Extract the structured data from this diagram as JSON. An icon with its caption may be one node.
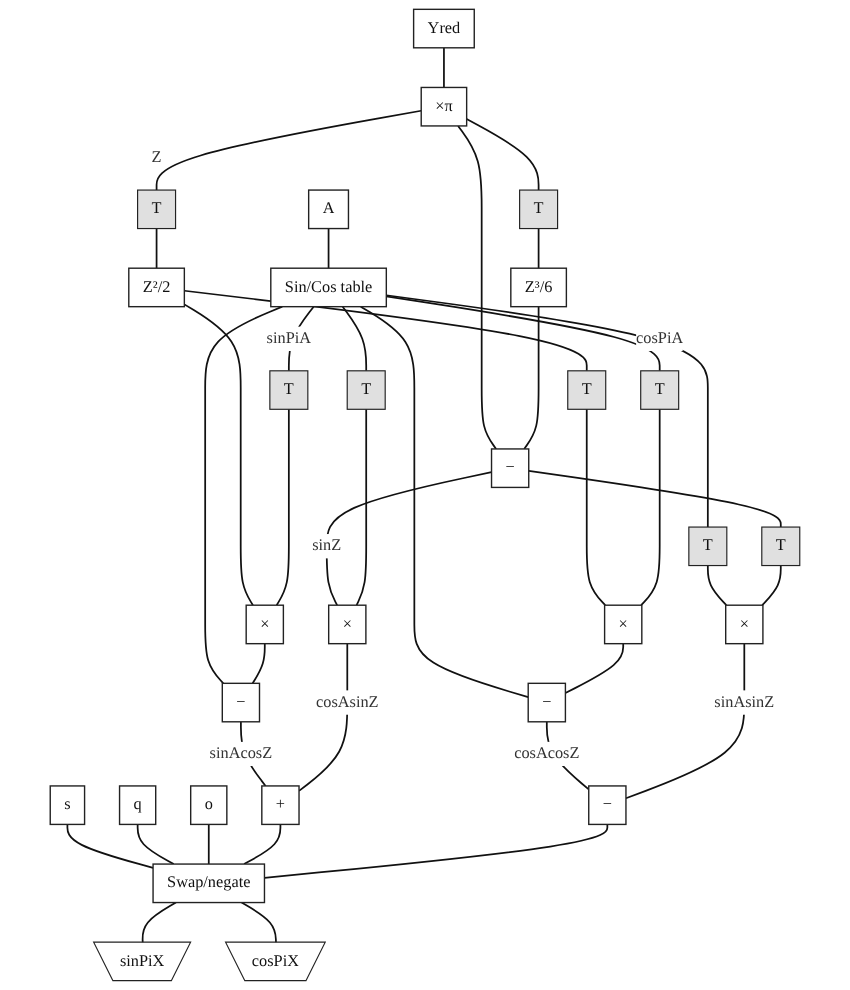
{
  "diagram": {
    "nodes": [
      {
        "text": [
          "s"
        ]
      },
      {
        "text": [
          "q"
        ]
      },
      {
        "text": [
          "o"
        ]
      },
      {
        "text": [
          "A"
        ]
      },
      {
        "text": [
          "Yred"
        ]
      },
      {
        "text": [
          "Sin/Cos table"
        ]
      },
      {
        "text": [
          "×π"
        ]
      },
      {
        "text": [
          "T"
        ]
      },
      {
        "text": [
          "T"
        ]
      },
      {
        "text": [
          "Z²/2"
        ]
      },
      {
        "text": [
          "Z³/6"
        ]
      },
      {
        "text": [
          "−"
        ]
      },
      {
        "text": [
          "T"
        ]
      },
      {
        "text": [
          "T"
        ]
      },
      {
        "text": [
          "T"
        ]
      },
      {
        "text": [
          "T"
        ]
      },
      {
        "text": [
          "T"
        ]
      },
      {
        "text": [
          "T"
        ]
      },
      {
        "text": [
          "×"
        ]
      },
      {
        "text": [
          "×"
        ]
      },
      {
        "text": [
          "×"
        ]
      },
      {
        "text": [
          "×"
        ]
      },
      {
        "text": [
          "−"
        ]
      },
      {
        "text": [
          "−"
        ]
      },
      {
        "text": [
          "+"
        ]
      },
      {
        "text": [
          "−"
        ]
      },
      {
        "text": [
          "Swap/negate"
        ]
      },
      {
        "text": [
          "sinPiX"
        ]
      },
      {
        "text": [
          "cosPiX"
        ]
      }
    ],
    "edges": [
      {
        "from": 3,
        "to": 5,
        "arrow": "none"
      },
      {
        "from": 4,
        "to": 6,
        "arrow": "none"
      },
      {
        "from": 6,
        "to": 7,
        "arrow": "none",
        "label": "Z"
      },
      {
        "from": 6,
        "to": 8,
        "arrow": "none"
      },
      {
        "from": 6,
        "to": 11,
        "arrow": "none"
      },
      {
        "from": 7,
        "to": 9,
        "arrow": "none"
      },
      {
        "from": 8,
        "to": 10,
        "arrow": "none"
      },
      {
        "from": 10,
        "to": 11,
        "arrow": "none"
      },
      {
        "from": 11,
        "to": 21,
        "arrow": "none",
        "label": "sinZ"
      },
      {
        "from": 11,
        "to": 17,
        "arrow": "none"
      },
      {
        "from": 5,
        "to": 14,
        "arrow": "none",
        "label": "sinPiA"
      },
      {
        "from": 5,
        "to": 16,
        "arrow": "none"
      },
      {
        "from": 5,
        "to": 22,
        "arrow": "none"
      },
      {
        "from": 5,
        "to": 13,
        "arrow": "none",
        "label": "cosPiA"
      },
      {
        "from": 5,
        "to": 12,
        "arrow": "none"
      },
      {
        "from": 5,
        "to": 23,
        "arrow": "none"
      },
      {
        "from": 9,
        "to": 18,
        "arrow": "none"
      },
      {
        "from": 9,
        "to": 15,
        "arrow": "none"
      },
      {
        "from": 14,
        "to": 18,
        "arrow": "none"
      },
      {
        "from": 15,
        "to": 19,
        "arrow": "none"
      },
      {
        "from": 13,
        "to": 19,
        "arrow": "none"
      },
      {
        "from": 16,
        "to": 20,
        "arrow": "none"
      },
      {
        "from": 17,
        "to": 20,
        "arrow": "none"
      },
      {
        "from": 12,
        "to": 21,
        "arrow": "none"
      },
      {
        "from": 18,
        "to": 22,
        "arrow": "none"
      },
      {
        "from": 19,
        "to": 23,
        "arrow": "none"
      },
      {
        "from": 22,
        "to": 24,
        "arrow": "none",
        "label": "sinAcosZ"
      },
      {
        "from": 23,
        "to": 25,
        "arrow": "none",
        "label": "cosAcosZ"
      },
      {
        "from": 20,
        "to": 25,
        "arrow": "none",
        "label": "sinAsinZ"
      },
      {
        "from": 21,
        "to": 24,
        "arrow": "none",
        "label": "cosAsinZ"
      },
      {
        "from": 0,
        "to": 26,
        "arrow": "none"
      },
      {
        "from": 1,
        "to": 26,
        "arrow": "none"
      },
      {
        "from": 2,
        "to": 26,
        "arrow": "none"
      },
      {
        "from": 24,
        "to": 26,
        "arrow": "none"
      },
      {
        "from": 25,
        "to": 26,
        "arrow": "none"
      },
      {
        "from": 26,
        "to": 27,
        "arrow": "none"
      },
      {
        "from": 26,
        "to": 28,
        "arrow": "none"
      }
    ]
  }
}
